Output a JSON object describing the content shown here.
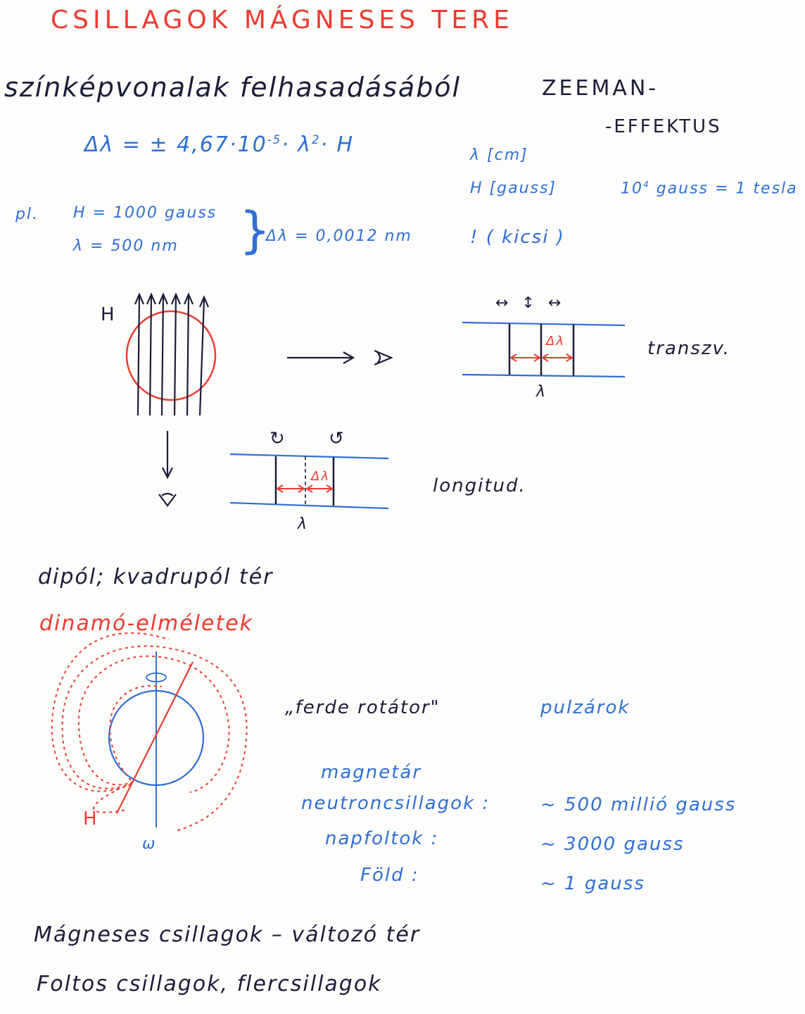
{
  "title": "CSILLAGOK MÁGNESES TERE",
  "line1": {
    "text": "színképvonalak felhasadásából",
    "zeeman": "ZEEMAN-",
    "effektus": "-EFFEKTUS"
  },
  "formula": {
    "main": "Δλ = ± 4,67·10",
    "exp": "-5",
    "tail": "· λ",
    "sq": "2",
    "end": "· H"
  },
  "units": {
    "lambda": "λ [cm]",
    "h": "H [gauss]",
    "conv_pre": "10",
    "conv_exp": "4",
    "conv_post": " gauss = 1 tesla"
  },
  "example": {
    "pl": "pl.",
    "h": "H = 1000 gauss",
    "lambda": "λ = 500 nm",
    "result": "Δλ = 0,0012 nm",
    "note": "!  ( kicsi )"
  },
  "diagram": {
    "h_label": "H",
    "transverse": "transzv.",
    "longitudinal": "longitud.",
    "lambda": "λ",
    "delta": "Δλ",
    "arrows_top": "↔  ↕  ↔",
    "circ_left": "↻",
    "circ_right": "↺"
  },
  "dipole": "dipól; kvadrupól tér",
  "dynamo": "dinamó-elméletek",
  "rotator": "„ferde rotátor\"",
  "pulsars": "pulzárok",
  "h_label2": "H",
  "w_label": "ω",
  "magnetar": "magnetár",
  "table": [
    {
      "name": "neutroncsillagok :",
      "value": "~  500 millió gauss"
    },
    {
      "name": "napfoltok :",
      "value": "~   3000 gauss"
    },
    {
      "name": "Föld :",
      "value": "~       1 gauss"
    }
  ],
  "bottom1": "Mágneses csillagok – változó tér",
  "bottom2": "Foltos csillagok, flercsillagok"
}
